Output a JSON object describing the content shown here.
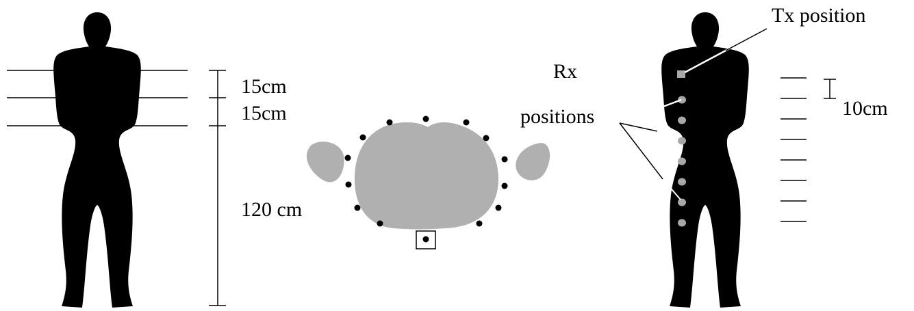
{
  "labels": {
    "left_spacing_1": "15cm",
    "left_spacing_2": "15cm",
    "left_height": "120 cm",
    "tx_position": "Tx position",
    "rx_line1": "Rx",
    "rx_line2": "positions",
    "right_spacing": "10cm"
  },
  "colors": {
    "body": "#000000",
    "torso_section": "#b0b0b0",
    "sensor": "#000000",
    "rx_marker": "#a8a8a8",
    "tx_marker": "#a8a8a8"
  }
}
